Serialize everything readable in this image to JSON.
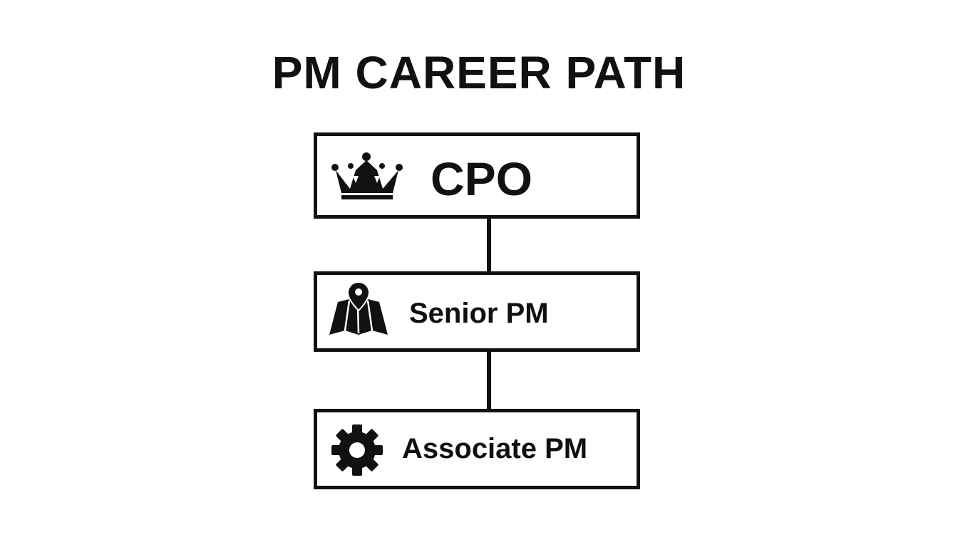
{
  "title": "PM CAREER PATH",
  "levels": [
    {
      "label": "CPO",
      "icon": "crown-icon"
    },
    {
      "label": "Senior PM",
      "icon": "map-pin-icon"
    },
    {
      "label": "Associate PM",
      "icon": "gear-icon"
    }
  ],
  "colors": {
    "ink": "#111111",
    "background": "#ffffff"
  }
}
